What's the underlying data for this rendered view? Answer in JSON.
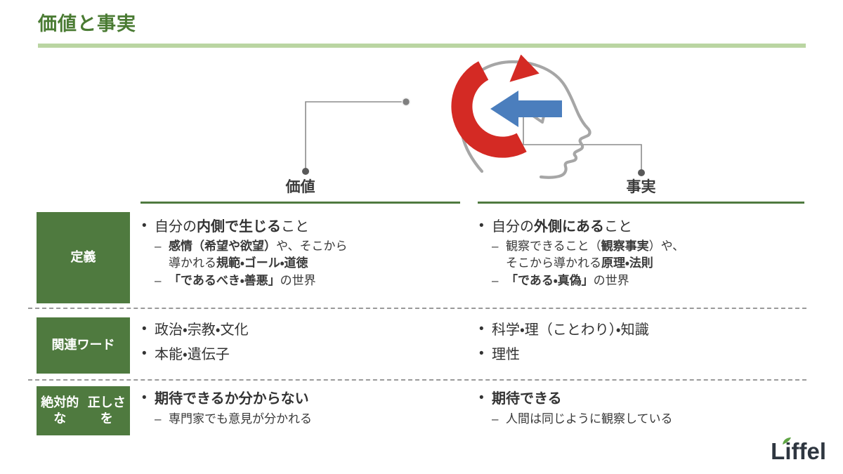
{
  "slide": {
    "title": "価値と事実",
    "accent_green": "#4A7B33",
    "rule_green": "#BAD5A2",
    "label_green": "#4F7A3F",
    "head_gray": "#A6A6A6",
    "cycle_red": "#D42A24",
    "arrow_blue": "#4B7EBD",
    "connector_gray": "#808080"
  },
  "diagram": {
    "head_icon": "head-profile-icon",
    "cycle_icon": "circular-arrow-icon",
    "eye_icon": "eye-triangle-icon",
    "inbound_arrow_icon": "left-arrow-icon",
    "left_connector_name": "value-connector-line",
    "right_connector_name": "fact-connector-line"
  },
  "columns": [
    {
      "id": "value",
      "label": "価値"
    },
    {
      "id": "fact",
      "label": "事実"
    }
  ],
  "rows": [
    {
      "id": "definition",
      "label": "定義",
      "label_lines": [
        "定義"
      ],
      "value": {
        "l1": [
          {
            "plain": "自分の",
            "bold": "内側で生じる",
            "tail": "こと"
          }
        ],
        "l2": [
          {
            "lines": [
              [
                {
                  "t": "感情（希望や欲望）",
                  "b": true
                },
                {
                  "t": "や、そこから",
                  "b": false
                }
              ],
              [
                {
                  "t": "導かれる",
                  "b": false
                },
                {
                  "t": "規範・ゴール・道徳",
                  "b": true
                }
              ]
            ]
          },
          {
            "lines": [
              [
                {
                  "t": "「であるべき・善悪」",
                  "b": true
                },
                {
                  "t": "の世界",
                  "b": false
                }
              ]
            ]
          }
        ]
      },
      "fact": {
        "l1": [
          {
            "plain": "自分の",
            "bold": "外側にある",
            "tail": "こと"
          }
        ],
        "l2": [
          {
            "lines": [
              [
                {
                  "t": "観察できること（",
                  "b": false
                },
                {
                  "t": "観察事実",
                  "b": true
                },
                {
                  "t": "）や、",
                  "b": false
                }
              ],
              [
                {
                  "t": "そこから導かれる",
                  "b": false
                },
                {
                  "t": "原理・法則",
                  "b": true
                }
              ]
            ]
          },
          {
            "lines": [
              [
                {
                  "t": "「である・真偽」",
                  "b": true
                },
                {
                  "t": "の世界",
                  "b": false
                }
              ]
            ]
          }
        ]
      }
    },
    {
      "id": "related-words",
      "label": "関連ワード",
      "label_lines": [
        "関連ワード"
      ],
      "value": {
        "l1": [
          {
            "plain": "政治・宗教・文化",
            "bold": "",
            "tail": ""
          },
          {
            "plain": "本能・遺伝子",
            "bold": "",
            "tail": ""
          }
        ],
        "l2": []
      },
      "fact": {
        "l1": [
          {
            "plain": "科学・理（ことわり）・知識",
            "bold": "",
            "tail": ""
          },
          {
            "plain": "理性",
            "bold": "",
            "tail": ""
          }
        ],
        "l2": []
      }
    },
    {
      "id": "absolute-correctness",
      "label": "絶対的な 正しさを",
      "label_lines": [
        "絶対的な",
        "正しさを"
      ],
      "value": {
        "l1": [
          {
            "plain": "",
            "bold": "期待できるか分からない",
            "tail": ""
          }
        ],
        "l2": [
          {
            "lines": [
              [
                {
                  "t": "専門家でも意見が分かれる",
                  "b": false
                }
              ]
            ]
          }
        ]
      },
      "fact": {
        "l1": [
          {
            "plain": "",
            "bold": "期待できる",
            "tail": ""
          }
        ],
        "l2": [
          {
            "lines": [
              [
                {
                  "t": "人間は同じように観察している",
                  "b": false
                }
              ]
            ]
          }
        ]
      }
    }
  ],
  "logo": {
    "text": "Liffel",
    "leaf_icon": "leaf-icon",
    "text_color": "#2E3640",
    "leaf_color": "#5FA544"
  }
}
